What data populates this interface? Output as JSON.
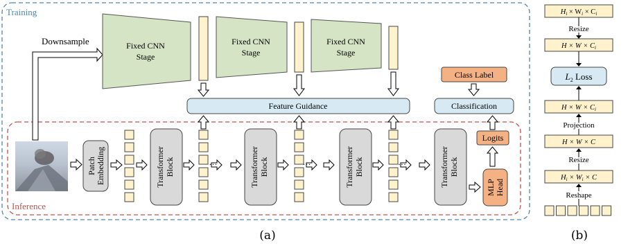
{
  "panel_a": {
    "caption": "(a)",
    "training_label": "Training",
    "inference_label": "Inference",
    "downsample_label": "Downsample",
    "cnn_stages": [
      {
        "line1": "Fixed CNN",
        "line2": "Stage"
      },
      {
        "line1": "Fixed CNN",
        "line2": "Stage"
      },
      {
        "line1": "Fixed CNN",
        "line2": "Stage"
      }
    ],
    "feature_guidance": "Feature Guidance",
    "classification": "Classification",
    "class_label": "Class Label",
    "logits": "Logits",
    "patch_embedding": {
      "line1": "Patch",
      "line2": "Embedding"
    },
    "transformer_block": {
      "line1": "Transformer",
      "line2": "Block"
    },
    "mlp_head": {
      "line1": "MLP",
      "line2": "Head"
    },
    "ellipsis": "···"
  },
  "panel_b": {
    "caption": "(b)",
    "top_shape": {
      "a": "H",
      "a_sub": "i",
      "b": " × W",
      "b_sub": "i",
      "c": " × C",
      "c_sub": "i"
    },
    "resize_1": "Resize",
    "shape_2": {
      "a": "H × W × C",
      "a_sub": "i"
    },
    "loss": {
      "a": "L",
      "a_sub": "2",
      "b": " Loss"
    },
    "shape_3": {
      "a": "H × W × C",
      "a_sub": "i"
    },
    "projection": "Projection",
    "shape_4": {
      "a": "H × W × C"
    },
    "resize_2": "Resize",
    "shape_5": {
      "a": "H",
      "a_sub": "i",
      "b": " × W",
      "b_sub": "i",
      "c": " × C"
    },
    "reshape": "Reshape"
  },
  "colors": {
    "training_border": "#4f86b0",
    "inference_border": "#c0504d",
    "cnn_fill": "#d5e4c5",
    "token_fill": "#fff2cc",
    "guidance_fill": "#d7eaf3",
    "block_fill": "#d9d9d9",
    "orange_fill": "#f4b183"
  }
}
